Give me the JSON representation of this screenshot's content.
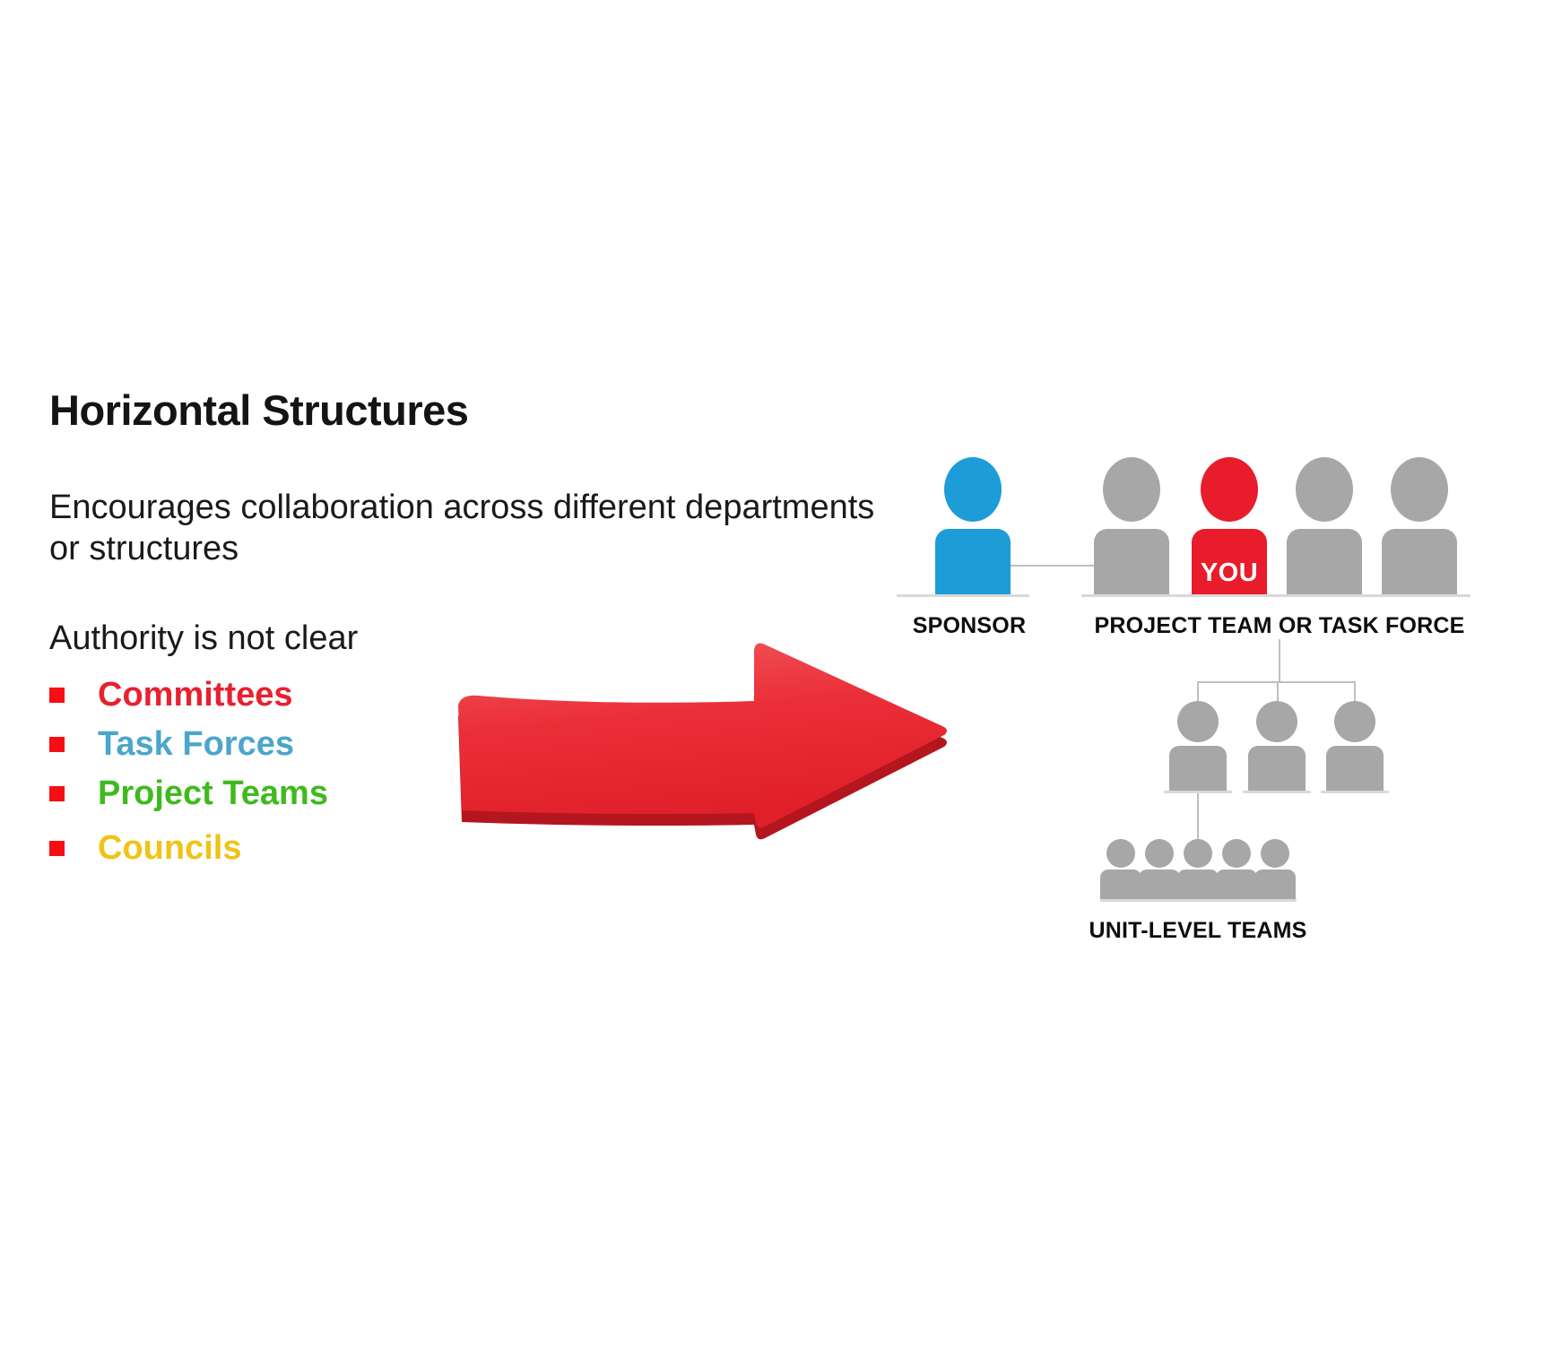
{
  "slide": {
    "title": "Horizontal Structures",
    "paragraph1": "Encourages collaboration across different departments\nor structures",
    "paragraph2": "Authority is not clear",
    "bullets": [
      {
        "label": "Committees",
        "color": "#E8212F"
      },
      {
        "label": "Task Forces",
        "color": "#4BA6CB"
      },
      {
        "label": "Project Teams",
        "color": "#3FBA1E"
      },
      {
        "label": "Councils",
        "color": "#EFC319"
      }
    ]
  },
  "diagram": {
    "sponsor_label": "SPONSOR",
    "team_label": "PROJECT TEAM OR TASK FORCE",
    "unit_label": "UNIT-LEVEL TEAMS",
    "you_label": "YOU"
  },
  "colors": {
    "text_black": "#141414",
    "bullet_marker_red": "#F70D14",
    "sponsor_blue": "#1E9CD8",
    "member_gray": "#A7A7A7",
    "you_red": "#E81C2B",
    "arrow_red_light": "#F2585E",
    "arrow_red_mid": "#EB2F38",
    "arrow_red": "#E01F29",
    "arrow_red_dark": "#B4161F",
    "connector_gray": "#BFBFBF",
    "baseline_gray": "#D9D9D9"
  }
}
